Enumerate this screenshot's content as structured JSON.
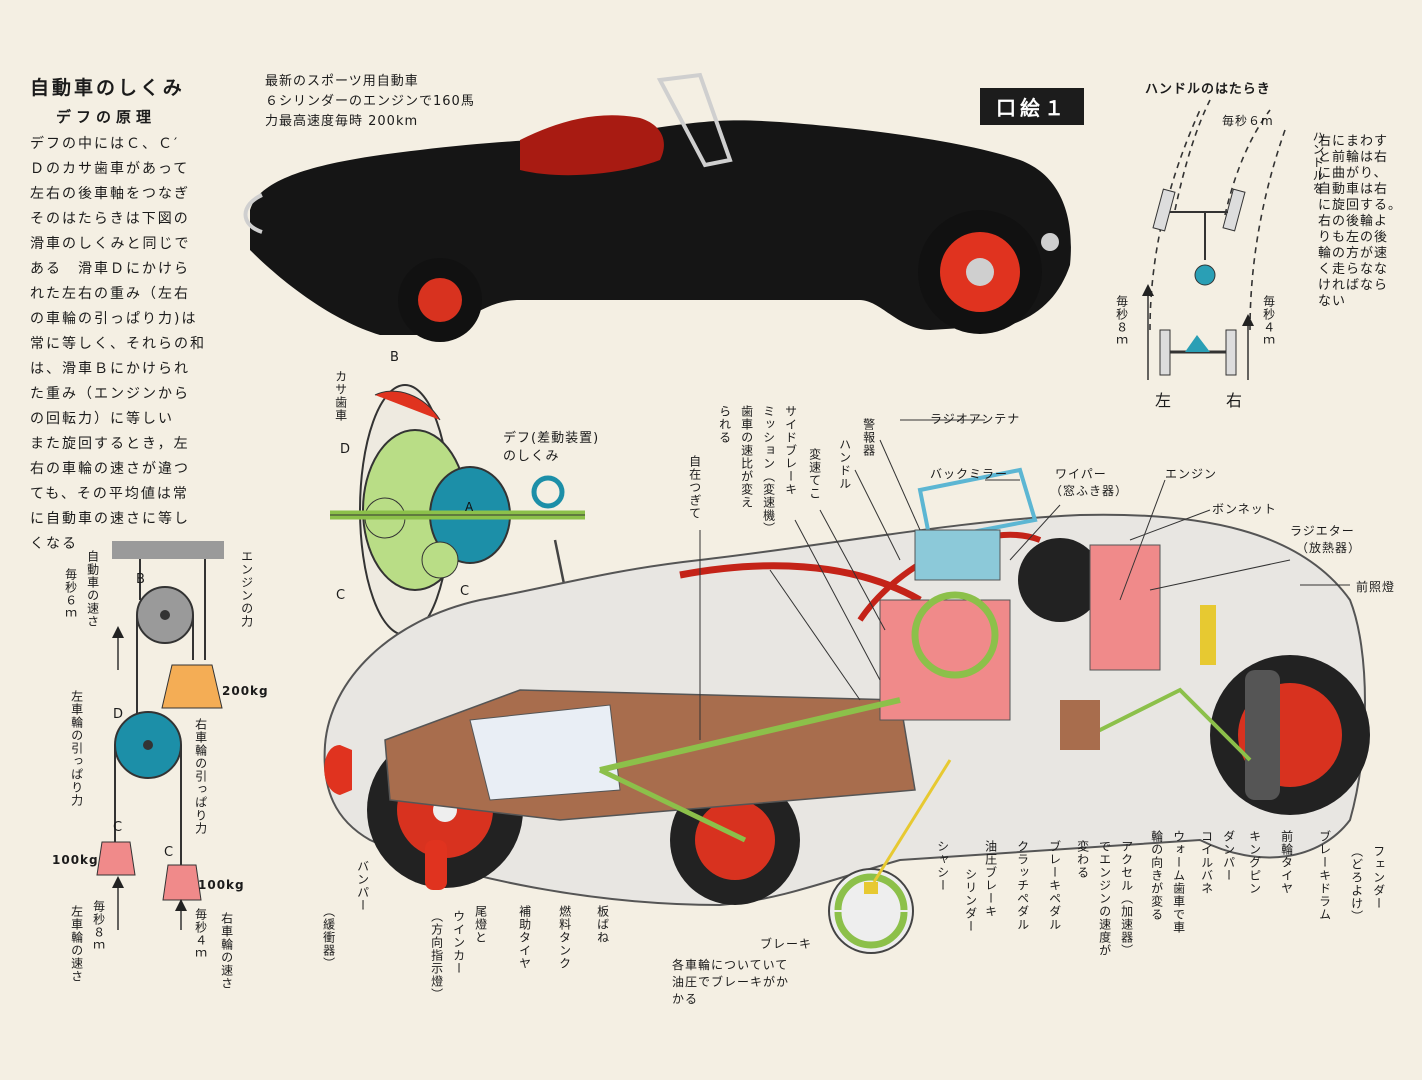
{
  "intro": {
    "title": "自動車のしくみ",
    "subtitle": "デフの原理",
    "lines": [
      "デフの中にはＣ、Ｃ′",
      "Ｄのカサ歯車があって",
      "左右の後車軸をつなぎ",
      "そのはたらきは下図の",
      "滑車のしくみと同じで",
      "ある　滑車Ｄにかけら",
      "れた左右の重み（左右",
      "の車輪の引っぱり力)は",
      "常に等しく、それらの和",
      "は、滑車Ｂにかけられ",
      "た重み（エンジンから",
      "の回転力）に等しい",
      "また旋回するとき，左",
      "右の車輪の速さが違つ",
      "ても、その平均値は常",
      "に自動車の速さに等し",
      "くなる"
    ]
  },
  "car_caption": [
    "最新のスポーツ用自動車",
    "６シリンダーのエンジンで160馬",
    "力最高速度毎時 200km"
  ],
  "badge": "口絵１",
  "steering": {
    "title": "ハンドルのはたらき",
    "speed_top": "毎秒６m",
    "speed_left": "毎秒８ｍ",
    "speed_right": "毎秒４ｍ",
    "left": "左",
    "right": "右",
    "note_cols": [
      "ハンドルを",
      "右にまわす",
      "と前輪は右",
      "に曲がり、",
      "自動車は右",
      "に旋回する。",
      "右の後輪よ",
      "りも左の後",
      "輪の方が速",
      "く走らなな",
      "ければなら",
      "ない"
    ]
  },
  "diff": {
    "caption": [
      "デフ(差動装置)",
      "のしくみ"
    ],
    "gear_label": "カサ歯車",
    "label_b": "B",
    "label_d": "D",
    "label_a": "A",
    "label_c1": "C",
    "label_c2": "C"
  },
  "pulley": {
    "b": "B",
    "d": "D",
    "c1": "C",
    "c2": "C",
    "engine_force": "エンジンの力",
    "w200": "200kg",
    "w100a": "100kg",
    "w100b": "100kg",
    "car_speed": "自動車の速さ",
    "car_speed_val": "毎秒６ｍ",
    "left_pull": "左車輪の引っぱり力",
    "right_pull": "右車輪の引っぱり力",
    "left_speed_val": "毎秒８ｍ",
    "left_speed": "左車輪の速さ",
    "right_speed_val": "毎秒４ｍ",
    "right_speed": "右車輪の速さ"
  },
  "parts_top": {
    "antenna": "ラジオアンテナ",
    "alarm": "警報器",
    "handle": "ハンドル",
    "mirror": "バックミラー",
    "wiper": "ワイパー",
    "wiper_sub": "（窓ふき器）",
    "engine": "エンジン",
    "bonnet": "ボンネット",
    "radiator": "ラジエター",
    "radiator_sub": "（放熱器）",
    "headlight": "前照燈",
    "shift": "変速てこ",
    "side_brake": "サイドブレーキ",
    "mission": "ミッション（変速機）",
    "mission_2": "歯車の速比が変え",
    "mission_3": "られる",
    "joint": "自在つぎて"
  },
  "parts_bottom": {
    "bumper": "バンパー",
    "bumper_sub": "（緩衝器）",
    "tail": "尾燈と",
    "tail_2": "ウインカー",
    "tail_3": "（方向指示燈）",
    "spare": "補助タイヤ",
    "fuel": "燃料タンク",
    "leaf": "板ばね",
    "chassis": "シャシー",
    "oil_brake": "油圧ブレーキ",
    "oil_brake_2": "シリンダー",
    "clutch": "クラッチペダル",
    "brake_pedal": "ブレーキペダル",
    "accel": "アクセル（加速器）",
    "accel_2": "でエンジンの速度が",
    "accel_3": "変わる",
    "worm": "ウォーム歯車で車",
    "worm_2": "輪の向きが変る",
    "coil": "コイルバネ",
    "damper": "ダンパー",
    "kingpin": "キングピン",
    "front_tire": "前輪タイヤ",
    "brake_drum": "ブレーキドラム",
    "fender": "フェンダー",
    "fender_sub": "（どろよけ）",
    "brake": "ブレーキ",
    "brake_note": [
      "各車輪についていて",
      "油圧でブレーキがか",
      "かる"
    ]
  }
}
